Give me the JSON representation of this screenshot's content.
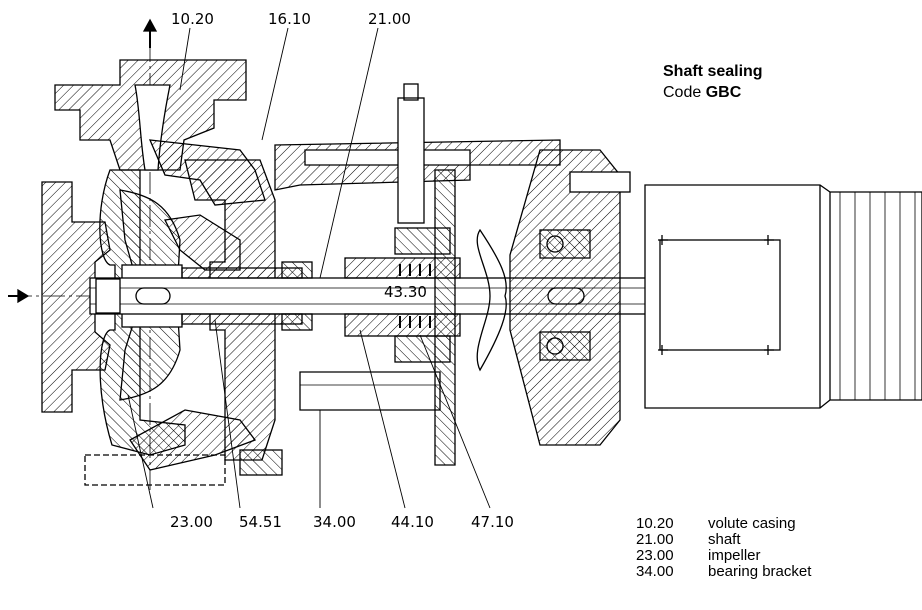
{
  "callouts": {
    "top": [
      "10.20",
      "16.10",
      "21.00"
    ],
    "bottom": [
      "23.00",
      "54.51",
      "34.00",
      "44.10",
      "47.10"
    ],
    "inner": "43.30"
  },
  "title": {
    "line1": "Shaft sealing",
    "line2_prefix": "Code ",
    "line2_code": "GBC"
  },
  "legend": [
    {
      "code": "10.20",
      "name": "volute casing"
    },
    {
      "code": "21.00",
      "name": "shaft"
    },
    {
      "code": "23.00",
      "name": "impeller"
    },
    {
      "code": "34.00",
      "name": "bearing bracket"
    }
  ]
}
